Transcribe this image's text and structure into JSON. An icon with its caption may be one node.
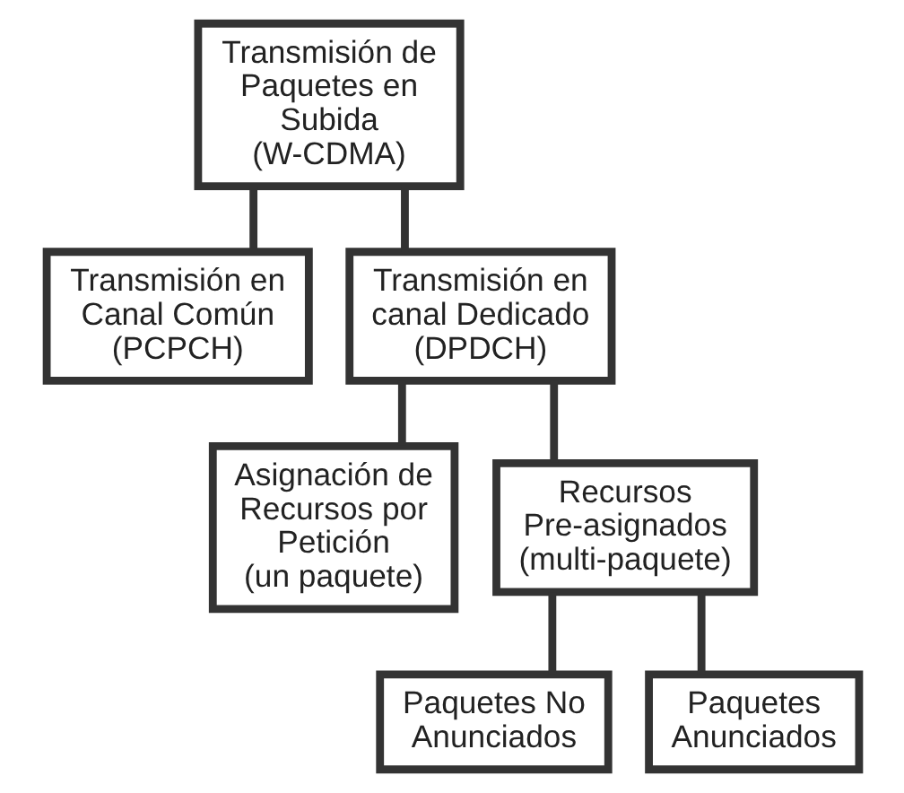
{
  "diagram": {
    "nodes": [
      {
        "text": [
          "Transmisión de Paquetes en Subida",
          "(W-CDMA)"
        ]
      },
      {
        "text": [
          "Transmisión en Canal Común",
          "(PCPCH)"
        ]
      },
      {
        "text": [
          "Transmisión en canal Dedicado",
          "(DPDCH)"
        ]
      },
      {
        "text": [
          "Asignación de Recursos por Petición",
          "(un paquete)"
        ]
      },
      {
        "text": [
          "Recursos Pre-asignados",
          "(multi-paquete)"
        ]
      },
      {
        "text": [
          "Paquetes No Anunciados"
        ]
      },
      {
        "text": [
          "Paquetes Anunciados"
        ]
      }
    ],
    "edges": [
      {
        "from": 0,
        "to": 1,
        "arrow": "none"
      },
      {
        "from": 0,
        "to": 2,
        "arrow": "none"
      },
      {
        "from": 2,
        "to": 3,
        "arrow": "none"
      },
      {
        "from": 2,
        "to": 4,
        "arrow": "none"
      },
      {
        "from": 4,
        "to": 5,
        "arrow": "none"
      },
      {
        "from": 4,
        "to": 6,
        "arrow": "none"
      }
    ]
  }
}
